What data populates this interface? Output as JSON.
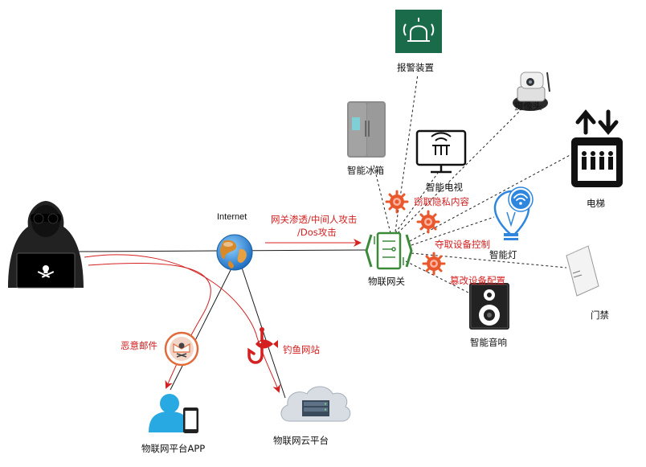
{
  "labels": {
    "internet": "Internet",
    "attack_line1": "网关渗透/中间人攻击",
    "attack_line2": "/Dos攻击",
    "gateway": "物联网关",
    "alarm": "报警装置",
    "camera": "摄像头",
    "fridge": "智能冰箱",
    "tv": "智能电视",
    "elevator": "电梯",
    "light": "智能灯",
    "door": "门禁",
    "speaker": "智能音响",
    "privacy": "窃取隐私内容",
    "control": "夺取设备控制",
    "tamper": "篡改设备配置",
    "mail": "恶意邮件",
    "phish": "钓鱼网站",
    "app": "物联网平台APP",
    "cloud": "物联网云平台"
  },
  "colors": {
    "attack_red": "#d42020",
    "alarm_green": "#1a6b4a",
    "gateway_green": "#3a8a3a",
    "globe_blue": "#2a7fd0",
    "user_blue": "#29a9e1",
    "light_blue": "#2e86de",
    "dark": "#1a1a1a"
  },
  "icons": {
    "hacker": "hacker-icon",
    "globe": "globe-icon",
    "gateway": "gateway-icon",
    "alarm": "alarm-icon",
    "camera": "camera-icon",
    "fridge": "fridge-icon",
    "tv": "smart-tv-icon",
    "elevator": "elevator-icon",
    "light": "smart-light-icon",
    "door": "door-access-icon",
    "speaker": "speaker-icon",
    "mail": "malicious-mail-icon",
    "phish": "fishhook-icon",
    "app": "user-phone-icon",
    "cloud": "cloud-server-icon",
    "virus": "virus-icon"
  }
}
